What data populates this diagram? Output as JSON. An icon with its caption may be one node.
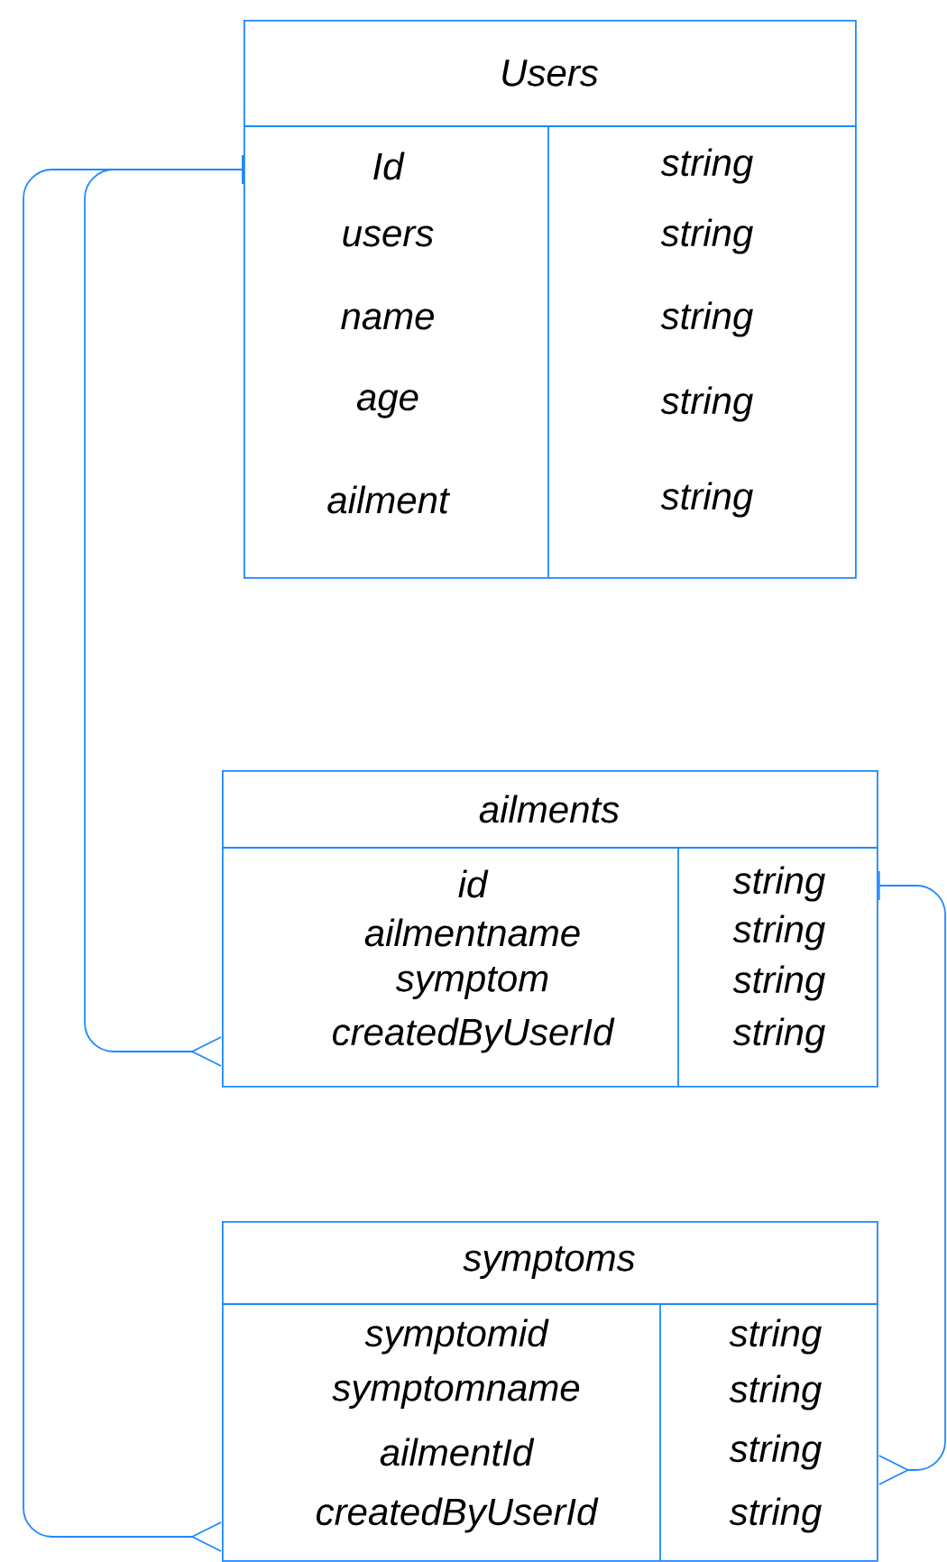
{
  "diagram": {
    "nodes": [
      {
        "text": [
          "Users",
          "Id",
          "string",
          "users",
          "string",
          "name",
          "string",
          "age",
          "string",
          "ailment",
          "string"
        ]
      },
      {
        "text": [
          "ailments",
          "id",
          "string",
          "ailmentname",
          "string",
          "symptom",
          "string",
          "createdByUserId",
          "string"
        ]
      },
      {
        "text": [
          "symptoms",
          "symptomid",
          "string",
          "symptomname",
          "string",
          "ailmentId",
          "string",
          "createdByUserId",
          "string"
        ]
      }
    ],
    "edges": [
      {
        "from": 0,
        "to": 1,
        "arrow": "other"
      },
      {
        "from": 0,
        "to": 2,
        "arrow": "other"
      },
      {
        "from": 1,
        "to": 2,
        "arrow": "other"
      }
    ]
  }
}
